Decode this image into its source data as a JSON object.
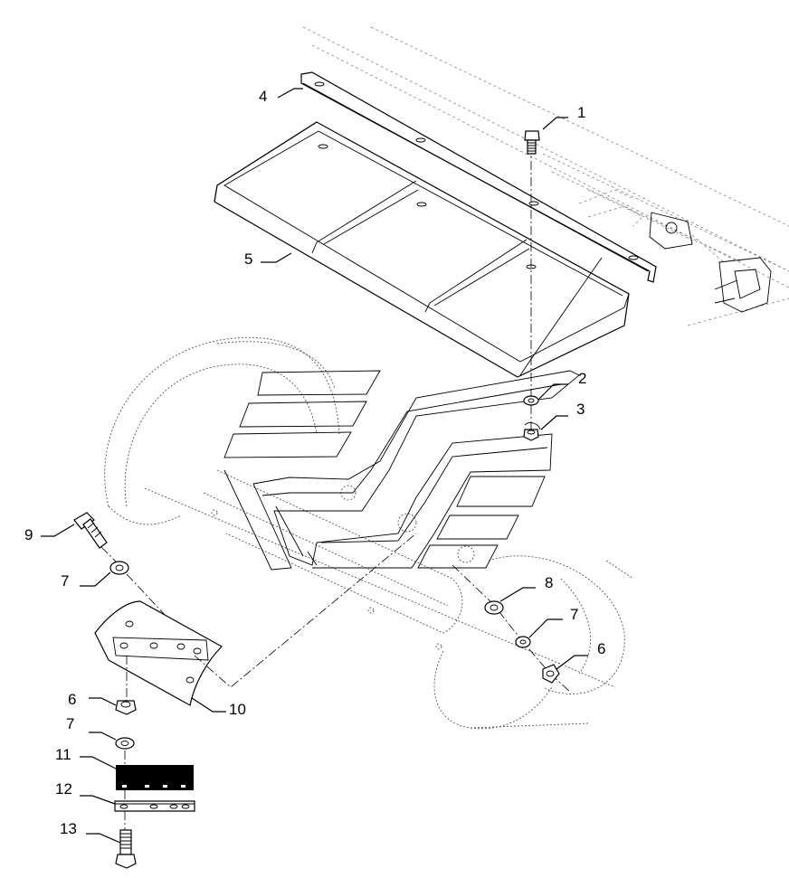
{
  "diagram": {
    "callouts": [
      {
        "id": "c1",
        "text": "1"
      },
      {
        "id": "c2",
        "text": "2"
      },
      {
        "id": "c3",
        "text": "3"
      },
      {
        "id": "c4",
        "text": "4"
      },
      {
        "id": "c5",
        "text": "5"
      },
      {
        "id": "c6a",
        "text": "6"
      },
      {
        "id": "c6b",
        "text": "6"
      },
      {
        "id": "c7a",
        "text": "7"
      },
      {
        "id": "c7b",
        "text": "7"
      },
      {
        "id": "c7c",
        "text": "7"
      },
      {
        "id": "c8",
        "text": "8"
      },
      {
        "id": "c9",
        "text": "9"
      },
      {
        "id": "c10",
        "text": "10"
      },
      {
        "id": "c11",
        "text": "11"
      },
      {
        "id": "c12",
        "text": "12"
      },
      {
        "id": "c13",
        "text": "13"
      }
    ]
  }
}
